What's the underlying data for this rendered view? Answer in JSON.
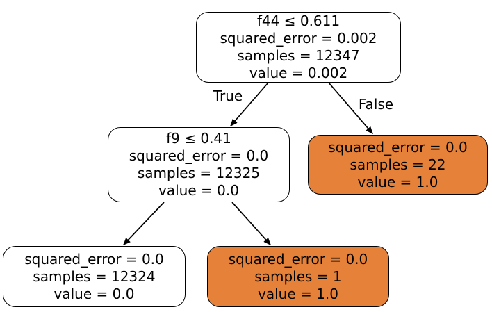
{
  "figure": {
    "type": "decision-tree-plot",
    "background": "#ffffff",
    "text_color": "#000000",
    "node_border_color": "#000000",
    "fills": {
      "internal_node": "#ffffff",
      "positive_leaf": "#e58139"
    }
  },
  "tree": {
    "nodes": [
      {
        "id": "root",
        "fill": "#ffffff",
        "lines": [
          "f44 ≤ 0.611",
          "squared_error = 0.002",
          "samples = 12347",
          "value = 0.002"
        ]
      },
      {
        "id": "left-child",
        "fill": "#ffffff",
        "lines": [
          "f9 ≤ 0.41",
          "squared_error = 0.0",
          "samples = 12325",
          "value = 0.0"
        ]
      },
      {
        "id": "right-leaf",
        "fill": "#e58139",
        "lines": [
          "squared_error = 0.0",
          "samples = 22",
          "value = 1.0"
        ]
      },
      {
        "id": "left-left-leaf",
        "fill": "#ffffff",
        "lines": [
          "squared_error = 0.0",
          "samples = 12324",
          "value = 0.0"
        ]
      },
      {
        "id": "left-right-leaf",
        "fill": "#e58139",
        "lines": [
          "squared_error = 0.0",
          "samples = 1",
          "value = 1.0"
        ]
      }
    ],
    "edge_labels": {
      "true": "True",
      "false": "False"
    }
  }
}
